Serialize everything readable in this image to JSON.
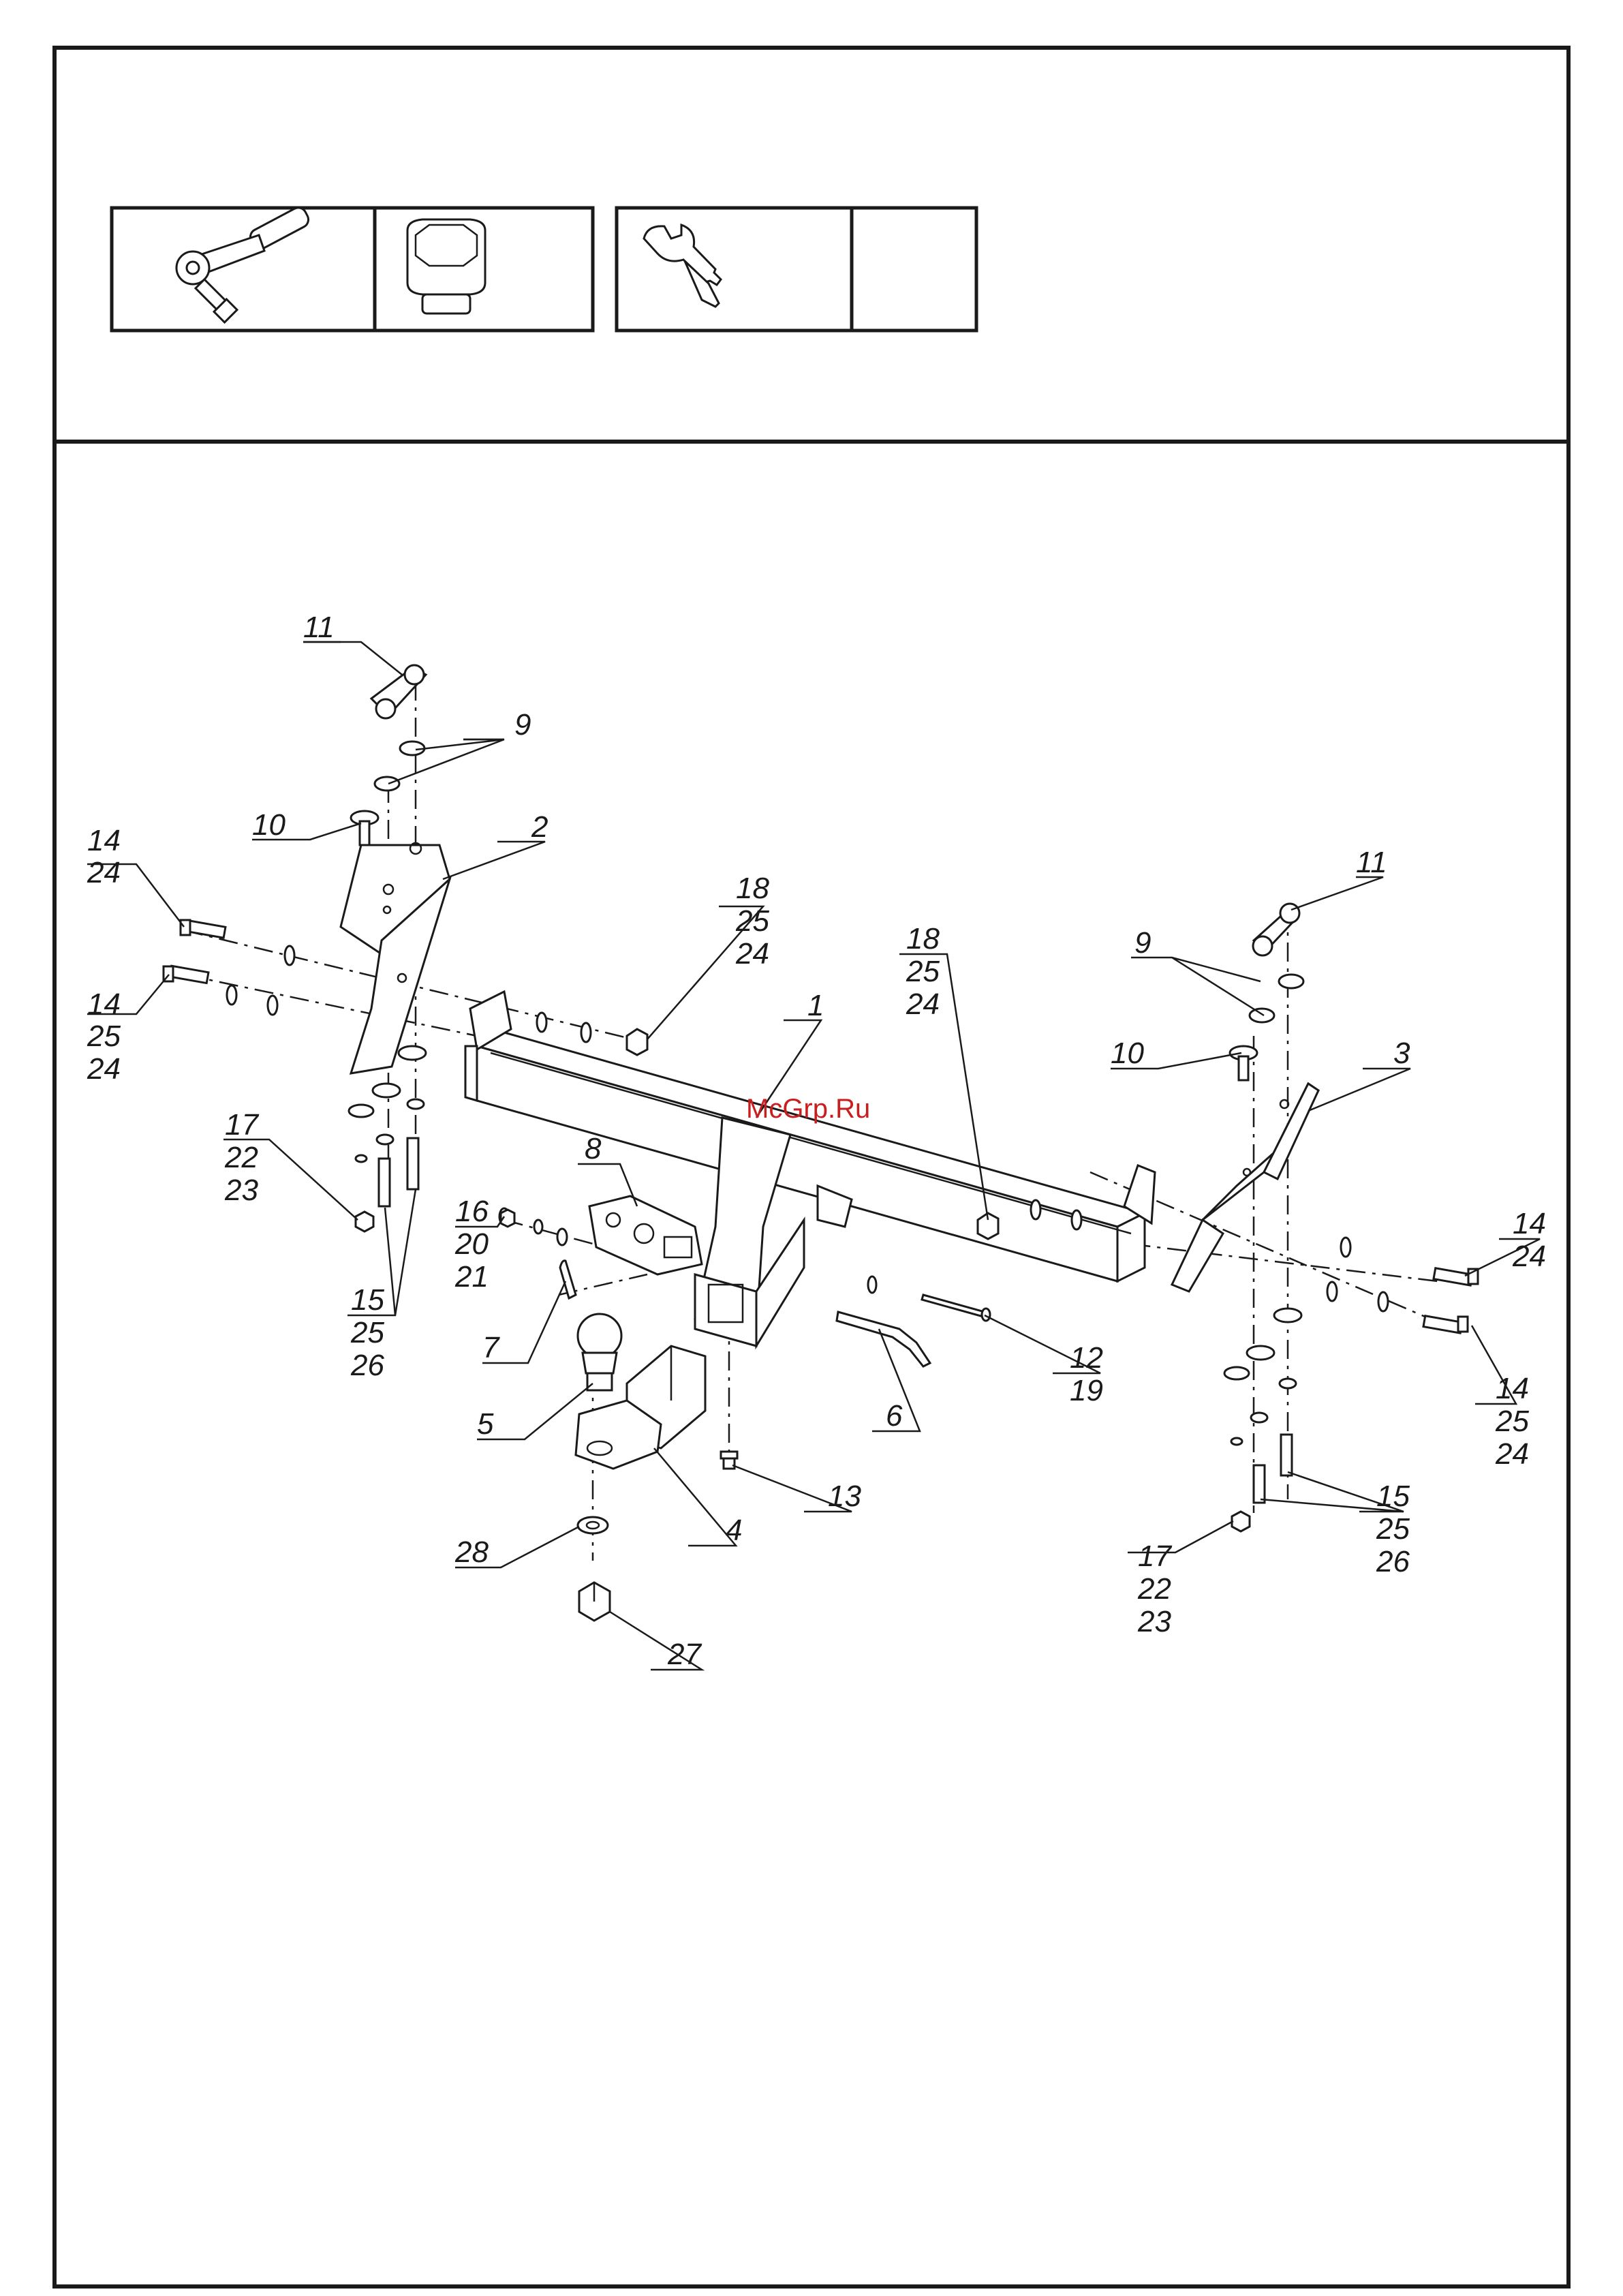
{
  "tools": [
    {
      "icon": "ratchet-wrench-icon"
    },
    {
      "icon": "socket-head-icon"
    },
    {
      "icon": "open-end-wrench-icon"
    },
    {
      "icon": "empty-cell"
    }
  ],
  "watermark": "McGrp.Ru",
  "callouts": {
    "p1": "1",
    "p2": "2",
    "p3": "3",
    "p4": "4",
    "p5": "5",
    "p6": "6",
    "p7": "7",
    "p8": "8",
    "p9a": "9",
    "p9b": "9",
    "p10a": "10",
    "p10b": "10",
    "p11a": "11",
    "p11b": "11",
    "p12": "12",
    "p19": "19",
    "p13": "13",
    "l14a": "14",
    "l24a": "24",
    "l14b": "14",
    "l25b": "25",
    "l24b": "24",
    "r14a": "14",
    "r24a": "24",
    "r14b": "14",
    "r25b": "25",
    "r24b": "24",
    "p16": "16",
    "p20": "20",
    "p21": "21",
    "l17": "17",
    "l22": "22",
    "l23": "23",
    "r17": "17",
    "r22": "22",
    "r23": "23",
    "l15": "15",
    "l25c": "25",
    "l26": "26",
    "r15": "15",
    "r25c": "25",
    "r26": "26",
    "a18": "18",
    "a25": "25",
    "a24": "24",
    "b18": "18",
    "b25": "25",
    "b24": "24",
    "p27": "27",
    "p28": "28"
  }
}
